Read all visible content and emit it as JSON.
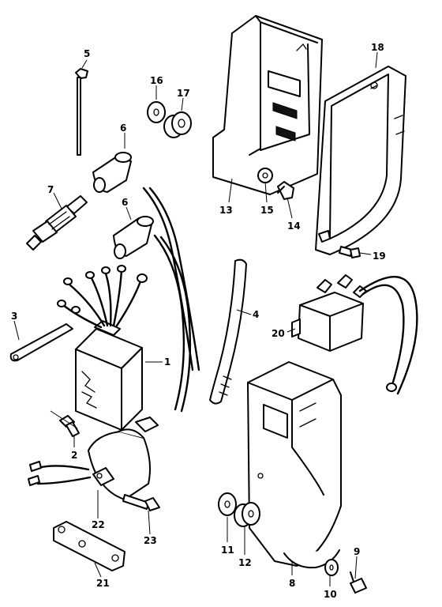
{
  "callouts": {
    "c1": "1",
    "c2": "2",
    "c3": "3",
    "c4": "4",
    "c5": "5",
    "c6a": "6",
    "c6b": "6",
    "c7": "7",
    "c8": "8",
    "c9": "9",
    "c10": "10",
    "c11": "11",
    "c12": "12",
    "c13": "13",
    "c14": "14",
    "c15": "15",
    "c16": "16",
    "c17": "17",
    "c18": "18",
    "c19": "19",
    "c20": "20",
    "c21": "21",
    "c22": "22",
    "c23": "23"
  }
}
